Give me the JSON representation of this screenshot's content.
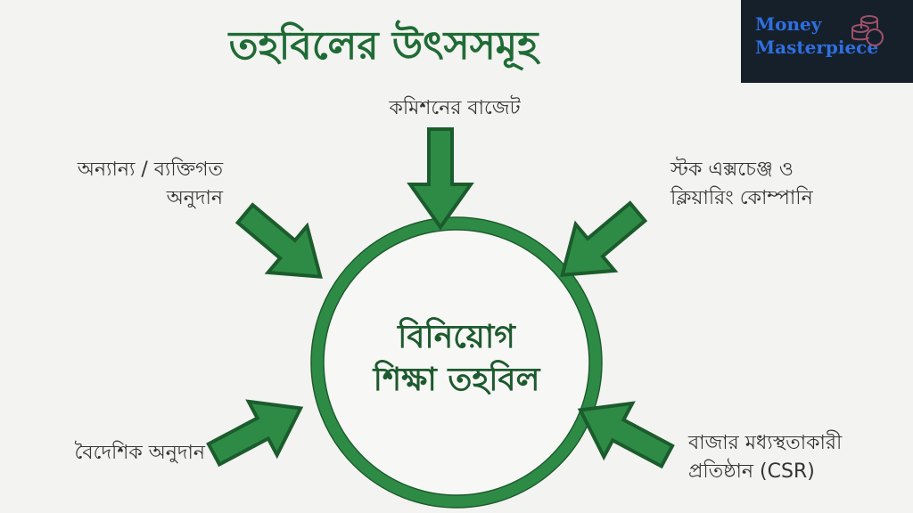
{
  "title": "তহবিলের উৎসসমূহ",
  "logo": {
    "line1": "Money",
    "line2": "Masterpiece"
  },
  "center": {
    "line1": "বিনিয়োগ",
    "line2": "শিক্ষা তহবিল"
  },
  "sources": {
    "top": "কমিশনের বাজেট",
    "top_left": [
      "অন্যান্য / ব্যক্তিগত",
      "অনুদান"
    ],
    "top_right": [
      "স্টক এক্সচেঞ্জ ও",
      "ক্লিয়ারিং কোম্পানি"
    ],
    "bottom_left": "বৈদেশিক অনুদান",
    "bottom_right": [
      "বাজার মধ্যস্থতাকারী",
      "প্রতিষ্ঠান (CSR)"
    ]
  },
  "colors": {
    "green": "#2e8b45",
    "dark_green": "#1f6b35",
    "background": "#f3f3f1",
    "logo_bg": "#15202b",
    "logo_text": "#2f6fe0"
  }
}
